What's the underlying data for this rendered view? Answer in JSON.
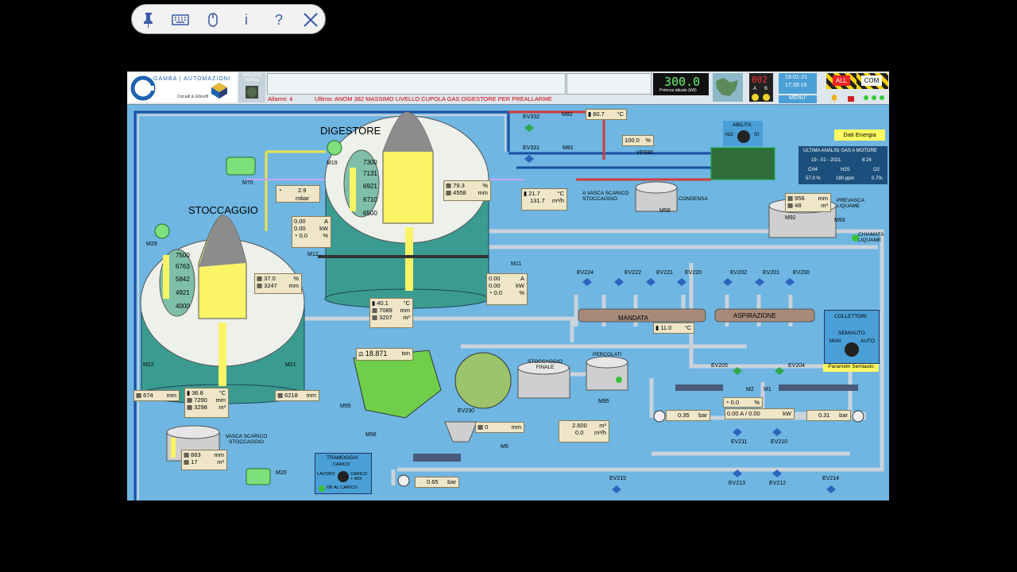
{
  "toolbar": {
    "icons": [
      "pin-icon",
      "keyboard-icon",
      "mouse-icon",
      "info-icon",
      "help-icon",
      "close-icon"
    ],
    "info_glyph": "i",
    "help_glyph": "?"
  },
  "header": {
    "logo_top": "GAMBA | AUTOMAZIONI",
    "logo_bottom": "Corradi & Ghisolfi",
    "arresto": "ARRESTO TOTALE",
    "alarms": "Allarmi: 4",
    "last_alarm": "Ultimo: ANOM 382 MASSIMO LIVELLO CUPOLA GAS DIGESTORE PER PREALLARME",
    "power_value": "300.0",
    "power_label": "Potenza attuale (kW)",
    "counter": "002",
    "counter_a": "A",
    "counter_b": "B",
    "date": "19-01-21",
    "time": "17:39:19",
    "menu": "MENU'",
    "all": "ALL",
    "com": "COM"
  },
  "labels": {
    "digestore": "DIGESTORE",
    "stoccaggio": "STOCCAGGIO",
    "mandata": "MANDATA",
    "aspirazione": "ASPIRAZIONE",
    "dati_energia": "Dati Energia",
    "abilita": "ABILITA",
    "no": "NO",
    "si": "SI",
    "condensa": "CONDENSA",
    "vasca_scarico": "A VASCA SCARICO STOCCAGGIO",
    "prevasca": "PREVASCA LIQUAME",
    "chiamata": "CHIAMATA LIQUAME",
    "stoccaggio_finale": "STOCCAGGIO FINALE",
    "percolati": "PERCOLATI",
    "vasca_scarico_stoc": "VASCA SCARICO STOCCAGGIO",
    "collettori": "COLLETTORI",
    "semiauto": "SEMIAUTO",
    "man": "MAN",
    "auto": "AUTO",
    "parametri": "Parametri Semiauto",
    "tramoggia": "TRAMOGGIA",
    "carico": "CARICO",
    "lavoro": "LAVORO",
    "carico_mix": "CARICO + MIX",
    "ok_carico": "OK AL CARICO"
  },
  "gas_analysis": {
    "title": "ULTIMA ANALISI GAS A MOTORE",
    "date": "19 - 01 - 2021",
    "time": "8:24",
    "headers": [
      "CH4",
      "H2S",
      "O2"
    ],
    "values": [
      "57.0 %",
      "180 ppm",
      "0.7%"
    ]
  },
  "equipment": {
    "M70": "M70",
    "M19": "M19",
    "M29": "M29",
    "M12": "M12",
    "M11": "M11",
    "M22": "M22",
    "M21": "M21",
    "M20": "M20",
    "M55": "M55",
    "M56": "M56",
    "M5": "M5",
    "M95": "M95",
    "M58": "M58",
    "M92": "M92",
    "M93": "M93",
    "M81": "M81",
    "M82": "M82",
    "M1": "M1",
    "M2": "M2",
    "VP330": "VP330",
    "EV230": "EV230"
  },
  "valves": {
    "EV332": "EV332",
    "EV331": "EV331",
    "EV224": "EV224",
    "EV222": "EV222",
    "EV221": "EV221",
    "EV220": "EV220",
    "EV202": "EV202",
    "EV201": "EV201",
    "EV200": "EV200",
    "EV205": "EV205",
    "EV204": "EV204",
    "EV211": "EV211",
    "EV210": "EV210",
    "EV213": "EV213",
    "EV212": "EV212",
    "EV214": "EV214",
    "EV215": "EV215"
  },
  "digestore_scale": [
    "7300",
    "7131",
    "6921",
    "6710",
    "6500"
  ],
  "stoccaggio_scale": [
    "7500",
    "6763",
    "5842",
    "4921",
    "4000"
  ],
  "readings": {
    "pressure_mbar": "2.9",
    "mbar": "mbar",
    "m12_a": "0.00",
    "m12_kw": "0.00",
    "m12_pct": "0.0",
    "dig_pct": "79.3",
    "dig_mm": "4558",
    "dig_temp": "40.1",
    "dig_level": "7089",
    "dig_vol": "3207",
    "m11_a": "0.00",
    "m11_kw": "0.00",
    "m11_pct": "0.0",
    "sto_pct": "37.0",
    "sto_mm": "3247",
    "sto_temp": "36.8",
    "sto_level": "7290",
    "sto_vol": "3298",
    "m22_mm": "674",
    "m21_mm": "6218",
    "vasca_mm": "863",
    "vasca_m3": "17",
    "gas_temp": "60.7",
    "pct100": "100.0",
    "cond_temp": "21.7",
    "cond_flow": "131.7",
    "prev_mm": "956",
    "prev_m3": "48",
    "mandata_temp": "11.0",
    "load_ton": "18.871",
    "ev230_mm": "0",
    "perc_m3": "2.600",
    "perc_flow": "0.0",
    "bar_l": "0.35",
    "bar_r": "0.31",
    "bar_m5": "0.65",
    "pump_a": "0.00",
    "pump_kw": "0.00",
    "pump_pct": "0.0",
    "u_pct": "%",
    "u_mm": "mm",
    "u_c": "°C",
    "u_m3": "m³",
    "u_a": "A",
    "u_kw": "kW",
    "u_bar": "bar",
    "u_ton": "ton",
    "u_m3h": "m³/h",
    "u_slash": "A /"
  },
  "colors": {
    "panel": "#6fb6e2",
    "tank": "#3a9c90",
    "yellow": "#fbf466",
    "green": "#39c13a",
    "pipe": "#c9d3db",
    "dark_blue": "#1c4f7b",
    "red_pipe": "#d23b3b"
  }
}
